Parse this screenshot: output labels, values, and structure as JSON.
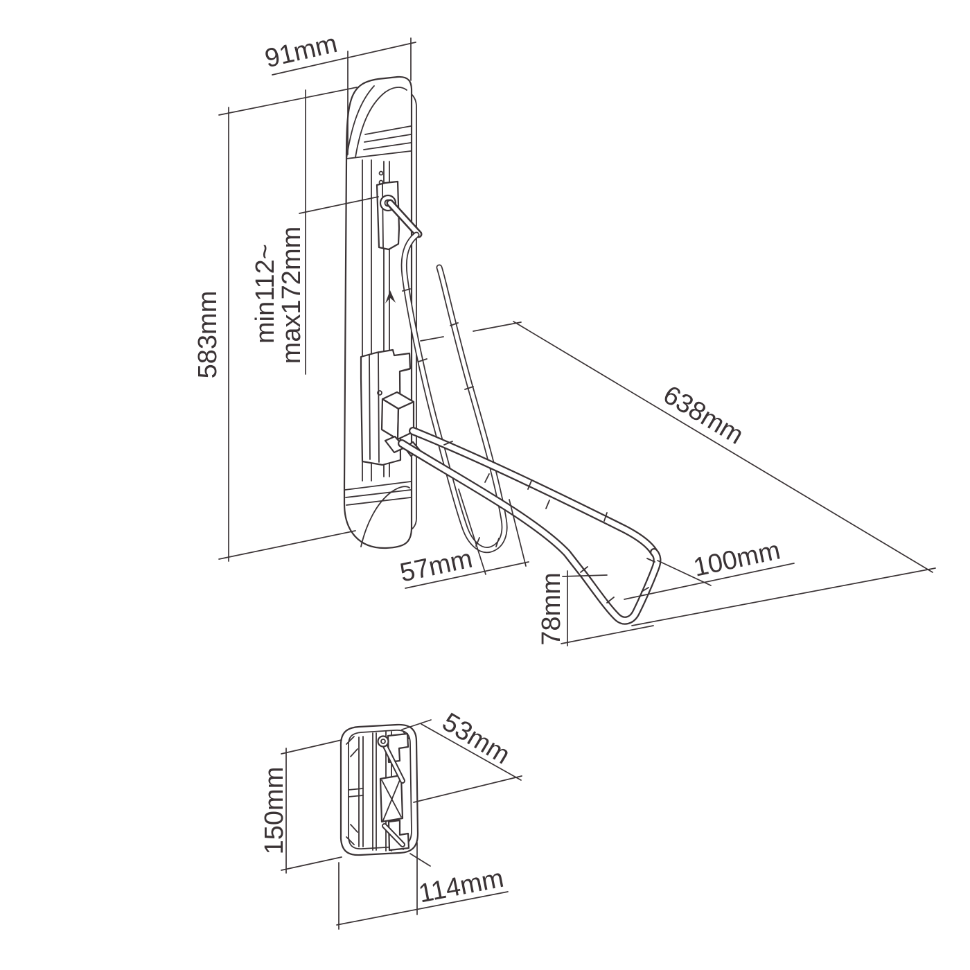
{
  "style": {
    "line_color": "#3a3335",
    "background": "#ffffff"
  },
  "icons": {
    "up_arrow_icon": "triangle-up"
  },
  "main_view": {
    "dimensions": {
      "d91": "91mm",
      "d583": "583mm",
      "dmin": "min112~",
      "dmax": "max172mm",
      "d638": "638mm",
      "d57": "57mm",
      "d78": "78mm",
      "d100": "100mm"
    }
  },
  "bottom_view": {
    "dimensions": {
      "d53": "53mm",
      "d150": "150mm",
      "d114": "114mm"
    }
  }
}
